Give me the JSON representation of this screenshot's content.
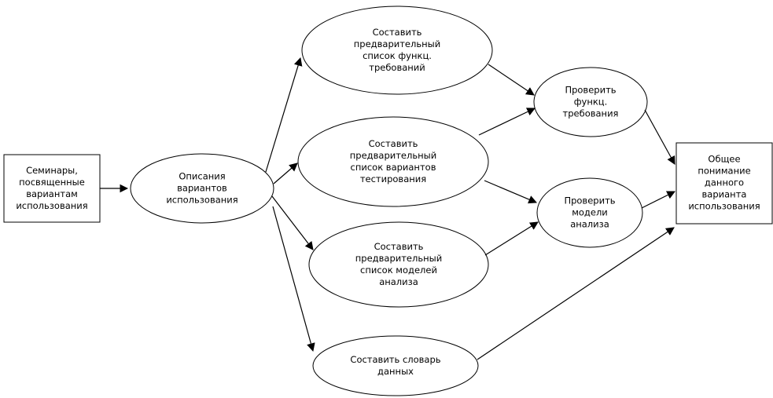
{
  "diagram": {
    "background_color": "#ffffff",
    "stroke_color": "#000000",
    "nodes": {
      "seminars": {
        "shape": "rectangle",
        "label": "Семинары,\nпосвященные\nвариантам\nиспользования"
      },
      "descriptions": {
        "shape": "ellipse",
        "label": "Описания\nвариантов\nиспользования"
      },
      "func_requirements": {
        "shape": "ellipse",
        "label": "Составить\nпредварительный\nсписок функц.\nтребований"
      },
      "test_variants": {
        "shape": "ellipse",
        "label": "Составить\nпредварительный\nсписок вариантов\nтестирования"
      },
      "analysis_models": {
        "shape": "ellipse",
        "label": "Составить\nпредварительный\nсписок моделей\nанализа"
      },
      "data_dictionary": {
        "shape": "ellipse",
        "label": "Составить словарь\nданных"
      },
      "check_func": {
        "shape": "ellipse",
        "label": "Проверить\nфункц.\nтребования"
      },
      "check_models": {
        "shape": "ellipse",
        "label": "Проверить\nмодели\nанализа"
      },
      "shared_understanding": {
        "shape": "rectangle",
        "label": "Общее\nпонимание\nданного\nварианта\nиспользования"
      }
    },
    "edges": [
      {
        "from": "seminars",
        "to": "descriptions"
      },
      {
        "from": "descriptions",
        "to": "func_requirements"
      },
      {
        "from": "descriptions",
        "to": "test_variants"
      },
      {
        "from": "descriptions",
        "to": "analysis_models"
      },
      {
        "from": "descriptions",
        "to": "data_dictionary"
      },
      {
        "from": "func_requirements",
        "to": "check_func"
      },
      {
        "from": "test_variants",
        "to": "check_func"
      },
      {
        "from": "test_variants",
        "to": "check_models"
      },
      {
        "from": "analysis_models",
        "to": "check_models"
      },
      {
        "from": "check_func",
        "to": "shared_understanding"
      },
      {
        "from": "check_models",
        "to": "shared_understanding"
      },
      {
        "from": "data_dictionary",
        "to": "shared_understanding"
      }
    ]
  }
}
